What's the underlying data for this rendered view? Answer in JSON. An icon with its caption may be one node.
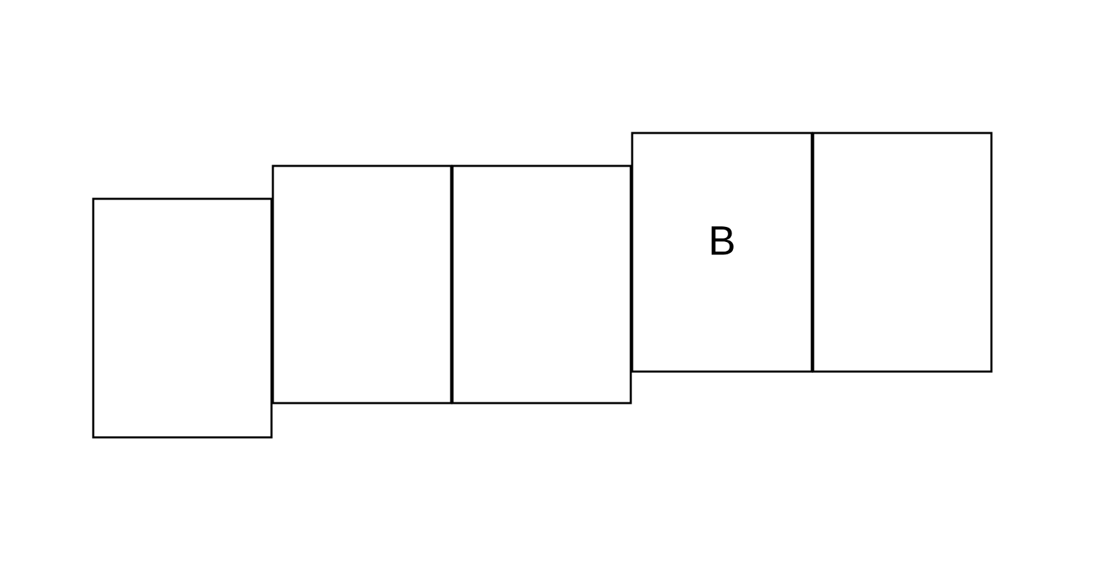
{
  "diagram": {
    "nodes": [
      {
        "text": [],
        "shape": "box"
      },
      {
        "text": [],
        "shape": "box"
      },
      {
        "text": [],
        "shape": "box"
      },
      {
        "text": [
          "B"
        ]
      },
      {
        "text": [],
        "shape": "box"
      }
    ]
  }
}
